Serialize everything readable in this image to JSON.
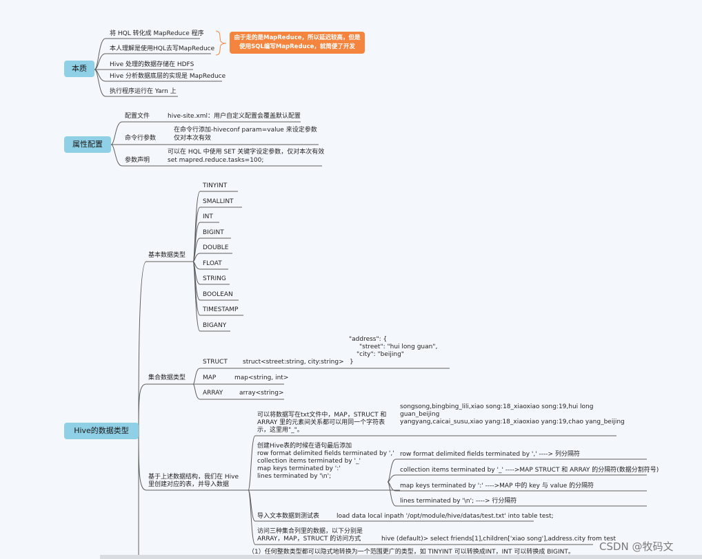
{
  "essence": {
    "root": "本质",
    "items": [
      "将 HQL 转化成 MapReduce 程序",
      "本人理解是使用HQL去写MapReduce",
      "Hive 处理的数据存储在 HDFS",
      "Hive 分析数据底层的实现是 MapReduce",
      "执行程序运行在 Yarn 上"
    ],
    "callout": [
      "由于走的是MapReduce，所以延迟较高，但是",
      "使用SQL编写MapReduce，就简便了开发"
    ]
  },
  "config": {
    "root": "属性配置",
    "rows": [
      {
        "label": "配置文件",
        "lines": [
          "hive-site.xml：用户自定义配置会覆盖默认配置"
        ]
      },
      {
        "label": "命令行参数",
        "lines": [
          "在命令行添加-hiveconf param=value 来设定参数",
          "仅对本次有效"
        ]
      },
      {
        "label": "参数声明",
        "lines": [
          "可以在 HQL 中使用 SET 关键字设定参数，仅对本次有效",
          "set mapred.reduce.tasks=100;"
        ]
      }
    ]
  },
  "datatypes": {
    "root": "Hive的数据类型",
    "basic": {
      "label": "基本数据类型",
      "items": [
        "TINYINT",
        "SMALLINT",
        "INT",
        "BIGINT",
        "DOUBLE",
        "FLOAT",
        "STRING",
        "BOOLEAN",
        "TIMESTAMP",
        "BIGANY"
      ]
    },
    "collection": {
      "label": "集合数据类型",
      "items": [
        {
          "name": "STRUCT",
          "def": "struct<street:string, city:string>"
        },
        {
          "name": "MAP",
          "def": "map<string, int>"
        },
        {
          "name": "ARRAY",
          "def": "array<string>"
        }
      ],
      "struct_example": [
        "\"address\": {",
        "\"street\": \"hui long guan\",",
        "\"city\": \"beijing\"",
        "}"
      ]
    },
    "import": {
      "label": [
        "基于上述数据结构，我们在 Hive",
        "里创建对应的表，并导入数据"
      ],
      "txt_note": [
        "可以将数据写在txt文件中，MAP，STRUCT 和",
        "ARRAY 里的元素间关系都可以用同一个字符表",
        "示，这里用\"_\"。"
      ],
      "sample": [
        "songsong,bingbing_lili,xiao song:18_xiaoxiao song:19,hui long",
        "guan_beijing",
        "yangyang,caicai_susu,xiao yang:18_xiaoxiao yang:19,chao yang_beijing"
      ],
      "create_stmt": [
        "创建Hive表的时候在语句最后添加",
        "row format delimited fields terminated by ','",
        "collection items terminated by '_'",
        "map keys terminated by ':'",
        "lines terminated by '\\n';"
      ],
      "explain": [
        "row format delimited fields terminated by ','     ----> 列分隔符",
        "collection items terminated by '_'     ---->MAP STRUCT 和 ARRAY 的分隔符(数据分割符号)",
        "map keys terminated by ':'     ---->MAP 中的 key 与 value 的分隔符",
        "lines terminated by '\\n';     ----> 行分隔符"
      ],
      "load_label": "导入文本数据到测试表",
      "load_stmt": "load data local inpath '/opt/module/hive/datas/test.txt' into table test;",
      "access_label": [
        "访问三种集合列里的数据，以下分别是",
        "ARRAY，MAP，STRUCT 的访问方式"
      ],
      "access_stmt": "hive (default)> select friends[1],children['xiao song'],address.city from test"
    },
    "conversion_note": "（1）任何整数类型都可以隐式地转换为一个范围更广的类型，如 TINYINT 可以转换成INT，INT 可以转换成 BIGINT。"
  },
  "watermark": "CSDN @牧码文"
}
